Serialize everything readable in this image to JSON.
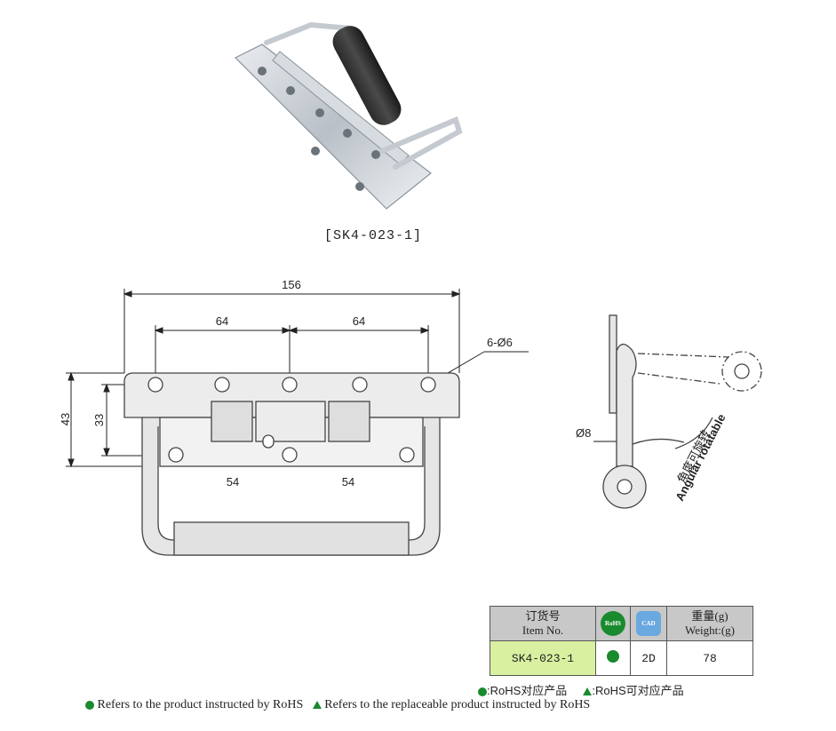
{
  "product": {
    "caption": "[SK4-023-1]"
  },
  "front_view": {
    "overall_width": "156",
    "top_hole_pitch_left": "64",
    "top_hole_pitch_right": "64",
    "hole_note": "6-Ø6",
    "overall_height": "43",
    "inner_height": "33",
    "bottom_hole_pitch_left": "54",
    "bottom_hole_pitch_right": "54"
  },
  "side_view": {
    "rod_diameter": "Ø8",
    "rotation_note_cn": "角度可旋转",
    "rotation_note_en": "Angular rotatable"
  },
  "spec_table": {
    "item_header_cn": "订货号",
    "item_header_en": "Item No.",
    "rohs_badge_text": "RoHS",
    "cad_badge_text": "CAD",
    "weight_header_cn": "重量(g)",
    "weight_header_en": "Weight:(g)",
    "item_no": "SK4-023-1",
    "cad_format": "2D",
    "weight": "78"
  },
  "legend": {
    "cn_rohs": ":RoHS对应产品",
    "cn_replaceable": ":RoHS可对应产品",
    "en_rohs": "Refers to the product instructed by RoHS",
    "en_replaceable": "Refers to the replaceable product instructed by RoHS"
  },
  "colors": {
    "rohs_green": "#1a8a2e",
    "item_highlight": "#d9f0a0",
    "header_gray": "#c8c8c8"
  }
}
